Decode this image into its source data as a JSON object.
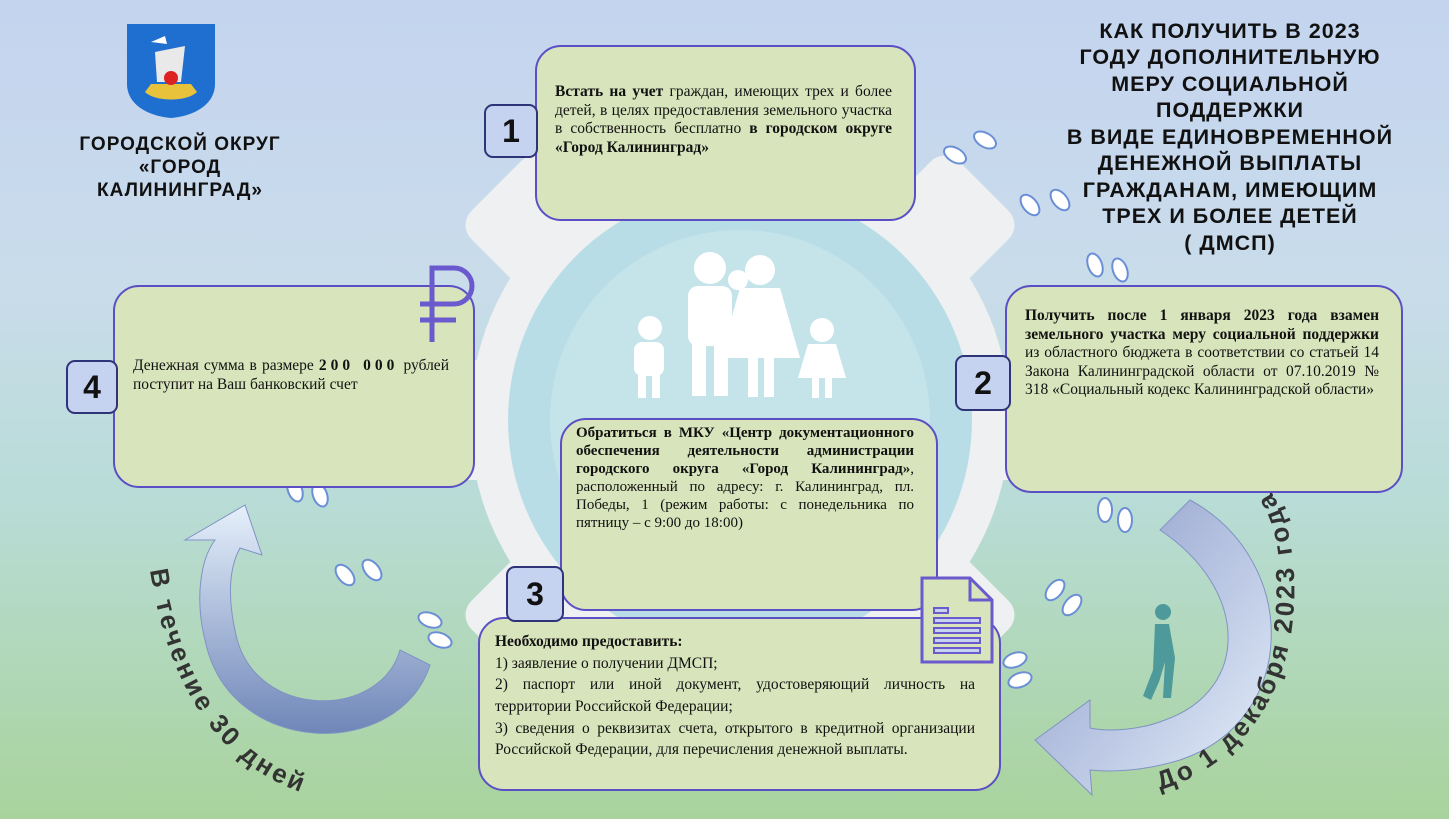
{
  "header": {
    "org_name": "ГОРОДСКОЙ ОКРУГ «ГОРОД КАЛИНИНГРАД»",
    "title_lines": [
      "КАК ПОЛУЧИТЬ В 2023",
      "ГОДУ ДОПОЛНИТЕЛЬНУЮ",
      "МЕРУ СОЦИАЛЬНОЙ",
      "ПОДДЕРЖКИ",
      "В ВИДЕ ЕДИНОВРЕМЕННОЙ",
      "ДЕНЕЖНОЙ ВЫПЛАТЫ",
      "ГРАЖДАНАМ, ИМЕЮЩИМ",
      "ТРЕХ И БОЛЕЕ ДЕТЕЙ",
      "( ДМСП)"
    ]
  },
  "steps": [
    {
      "number": "1",
      "bold1": "Встать на учет",
      "text1": " граждан, имеющих трех и более детей, в целях предоставления земельного участка в собственность бесплатно ",
      "bold2": "в городском округе «Город Калининград»"
    },
    {
      "number": "2",
      "bold1": "Получить после 1 января 2023 года взамен земельного участка меру социальной поддержки",
      "text1": " из областного бюджета в соответствии со статьей 14 Закона Калининградской области от 07.10.2019 № 318 «Социальный кодекс Калининградской области»"
    },
    {
      "number": "3",
      "bold1": "Обратиться в МКУ «Центр документационного обеспечения деятельности администрации городского округа «Город Калининград»",
      "text1": ", расположенный по адресу: г. Калининград, пл. Победы, 1 (режим работы: с понедельника по пятницу – с 9:00 до 18:00)"
    },
    {
      "number": "4",
      "text1": "Денежная сумма в размере ",
      "bold1": "200 000",
      "text2": " рублей поступит на Ваш банковский счет"
    }
  ],
  "documents": {
    "heading": "Необходимо предоставить:",
    "items": [
      "1) заявление о получении ДМСП;",
      "2) паспорт или иной документ, удостоверяющий личность на территории Российской Федерации;",
      "3) сведения о реквизитах счета, открытого в кредитной организации Российской Федерации, для перечисления денежной выплаты."
    ]
  },
  "curved_labels": {
    "left": "В течение 30 дней",
    "right": "До 1 декабря 2023 года"
  },
  "colors": {
    "box": "#d8e4bc",
    "border": "#5a4fc4",
    "badge": "#c5d3f1"
  }
}
